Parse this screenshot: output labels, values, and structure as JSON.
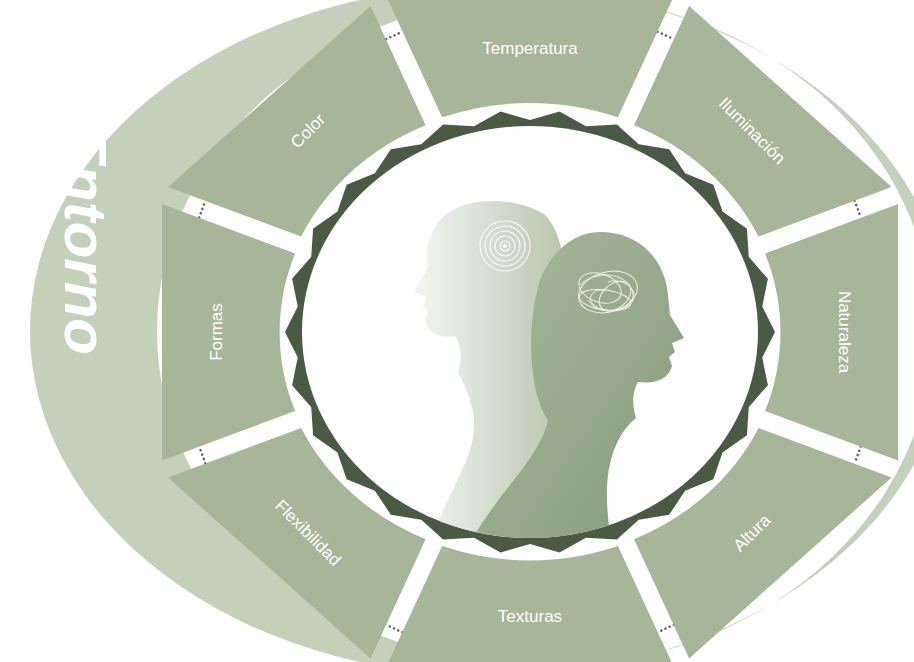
{
  "diagram": {
    "nodes": [
      {
        "text": [
          "Entorno"
        ]
      },
      {
        "text": [
          "Temperatura"
        ],
        "in": 0
      },
      {
        "text": [
          "Iluminación"
        ],
        "in": 0
      },
      {
        "text": [
          "Naturaleza"
        ],
        "in": 0
      },
      {
        "text": [
          "Altura"
        ],
        "in": 0
      },
      {
        "text": [
          "Texturas"
        ],
        "in": 0
      },
      {
        "text": [
          "Flexibilidad"
        ],
        "in": 0
      },
      {
        "text": [
          "Formas"
        ],
        "in": 0
      },
      {
        "text": [
          "Color"
        ],
        "in": 0
      }
    ],
    "edges": [
      {
        "from": 1,
        "to": 2,
        "arrow": "none"
      },
      {
        "from": 2,
        "to": 3,
        "arrow": "none"
      },
      {
        "from": 3,
        "to": 4,
        "arrow": "none"
      },
      {
        "from": 4,
        "to": 5,
        "arrow": "none"
      },
      {
        "from": 5,
        "to": 6,
        "arrow": "none"
      },
      {
        "from": 6,
        "to": 7,
        "arrow": "none"
      },
      {
        "from": 7,
        "to": 8,
        "arrow": "none"
      },
      {
        "from": 8,
        "to": 1,
        "arrow": "none"
      }
    ]
  }
}
